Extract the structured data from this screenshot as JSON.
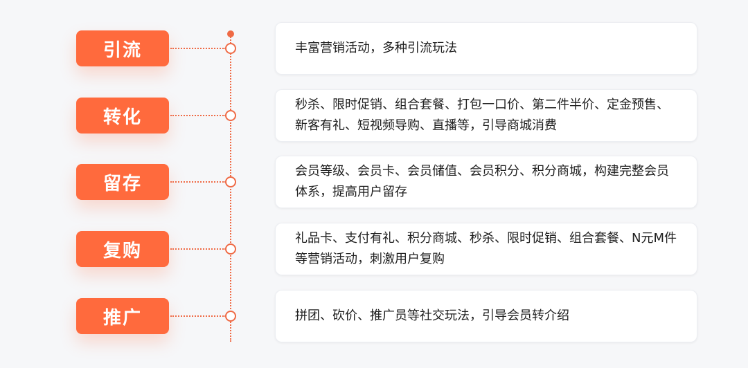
{
  "stages": [
    {
      "label": "引流",
      "description": "丰富营销活动，多种引流玩法"
    },
    {
      "label": "转化",
      "description": "秒杀、限时促销、组合套餐、打包一口价、第二件半价、定金预售、新客有礼、短视频导购、直播等，引导商城消费"
    },
    {
      "label": "留存",
      "description": "会员等级、会员卡、会员储值、会员积分、积分商城，构建完整会员体系，提高用户留存"
    },
    {
      "label": "复购",
      "description": "礼品卡、支付有礼、积分商城、秒杀、限时促销、组合套餐、N元M件等营销活动，刺激用户复购"
    },
    {
      "label": "推广",
      "description": "拼团、砍价、推广员等社交玩法，引导会员转介绍"
    }
  ],
  "colors": {
    "accent": "#ff6a3d",
    "timeline": "#ef6a45",
    "background": "#f6f7f9",
    "card": "#ffffff",
    "text": "#202020"
  }
}
